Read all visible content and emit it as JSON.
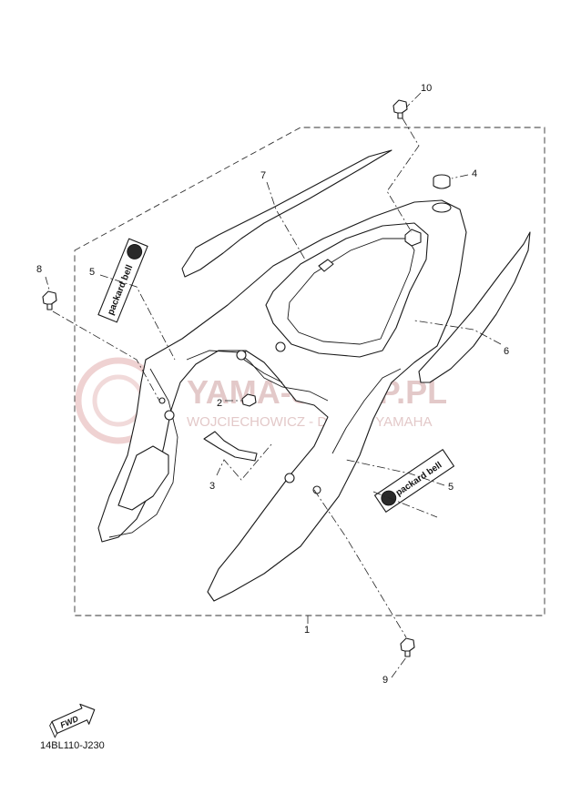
{
  "callouts": {
    "p1": "1",
    "p2": "2",
    "p3": "3",
    "p4": "4",
    "p5a": "5",
    "p5b": "5",
    "p6": "6",
    "p7": "7",
    "p8": "8",
    "p9": "9",
    "p10": "10"
  },
  "decal_text": "packard bell",
  "watermark": {
    "title": "YAMA-SKLEP.PL",
    "subtitle": "WOJCIECHOWICZ - DEALER YAMAHA"
  },
  "fwd_label": "FWD",
  "diagram_code": "14BL110-J230"
}
